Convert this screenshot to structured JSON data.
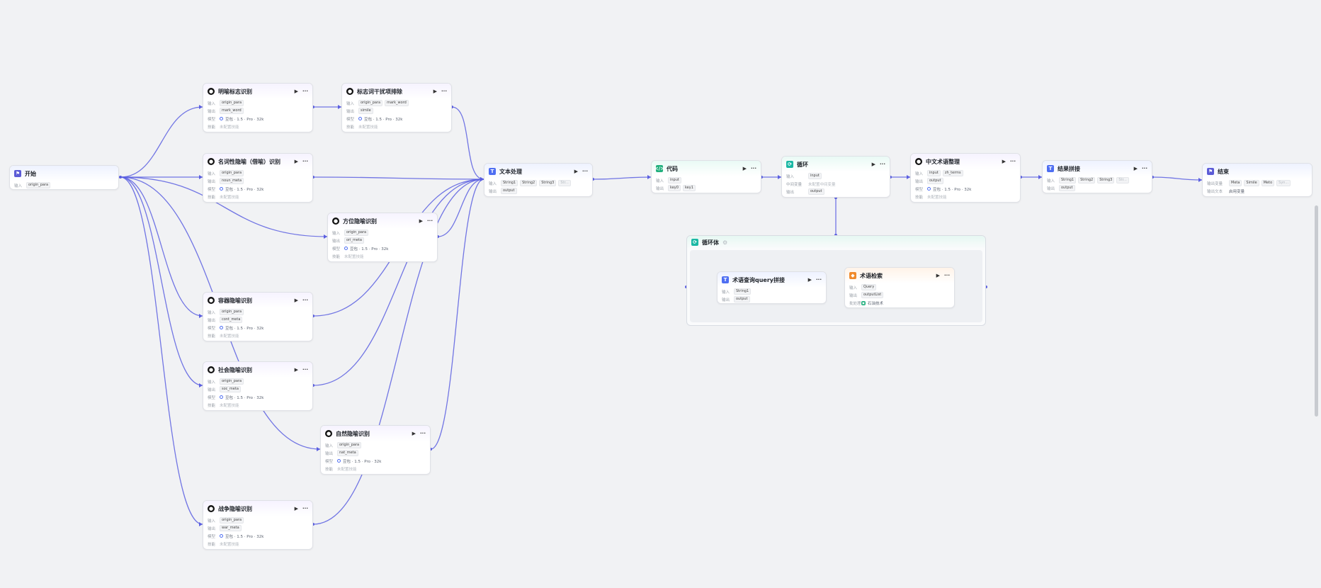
{
  "labels": {
    "input": "输入",
    "output": "输出",
    "model": "模型",
    "skills": "技能",
    "no_skills": "未配置技能",
    "loop_var": "中间变量",
    "no_loop_var": "未配置中间变量",
    "batch_var": "批处理",
    "output_vars": "输出变量",
    "output_text": "输出文本"
  },
  "icons": {
    "run": "play-icon",
    "more": "more-dots-icon",
    "llm": "llm-model-icon",
    "text": "text-process-icon",
    "code": "code-icon",
    "loop": "loop-icon",
    "plugin": "plugin-icon",
    "start": "start-flag-icon",
    "end": "end-flag-icon"
  },
  "colors": {
    "edge": "#5b5fe0",
    "canvas": "#f1f2f4"
  },
  "model_name": "豆包 · 1.5 · Pro · 32k",
  "nodes": {
    "start": {
      "title": "开始",
      "inputs": [
        "origin_para"
      ]
    },
    "mark_noun": {
      "title": "明喻标志识别",
      "inputs": [
        "origin_para"
      ],
      "outputs": [
        "mark_word"
      ]
    },
    "mark_filter": {
      "title": "标志词干扰项排除",
      "inputs": [
        "origin_para",
        "mark_word"
      ],
      "outputs": [
        "simile"
      ]
    },
    "noun_meta": {
      "title": "名词性隐喻（借喻）识别",
      "inputs": [
        "origin_para"
      ],
      "outputs": [
        "noun_meta"
      ]
    },
    "ori_meta": {
      "title": "方位隐喻识别",
      "inputs": [
        "origin_para"
      ],
      "outputs": [
        "ori_meta"
      ]
    },
    "cont_meta": {
      "title": "容器隐喻识别",
      "inputs": [
        "origin_para"
      ],
      "outputs": [
        "cont_meta"
      ]
    },
    "soc_meta": {
      "title": "社会隐喻识别",
      "inputs": [
        "origin_para"
      ],
      "outputs": [
        "soc_meta"
      ]
    },
    "nat_meta": {
      "title": "自然隐喻识别",
      "inputs": [
        "origin_para"
      ],
      "outputs": [
        "nat_meta"
      ]
    },
    "war_meta": {
      "title": "战争隐喻识别",
      "inputs": [
        "origin_para"
      ],
      "outputs": [
        "war_meta"
      ]
    },
    "text_proc": {
      "title": "文本处理",
      "inputs": [
        "String1",
        "String2",
        "String3",
        "Str..."
      ],
      "outputs": [
        "output"
      ]
    },
    "code": {
      "title": "代码",
      "inputs": [
        "input"
      ],
      "outputs": [
        "key0",
        "key1"
      ]
    },
    "loop": {
      "title": "循环",
      "inputs": [
        "input"
      ],
      "outputs": [
        "output"
      ]
    },
    "term_sort": {
      "title": "中文术语整理",
      "inputs": [
        "input",
        "zh_terms"
      ],
      "outputs": [
        "output"
      ]
    },
    "merge": {
      "title": "结果拼接",
      "inputs": [
        "String1",
        "String2",
        "String3",
        "Str..."
      ],
      "outputs": [
        "output"
      ]
    },
    "end": {
      "title": "结束",
      "outputs": [
        "Meta",
        "Simile",
        "Meto",
        "Syn..."
      ],
      "output_text": "启用变量"
    },
    "loop_body": {
      "title": "循环体"
    },
    "query_concat": {
      "title": "术语查询query拼接",
      "inputs": [
        "String1"
      ],
      "outputs": [
        "output"
      ]
    },
    "term_search": {
      "title": "术语检索",
      "inputs": [
        "Query"
      ],
      "outputs": [
        "outputList"
      ],
      "batch": "石油技术"
    }
  }
}
